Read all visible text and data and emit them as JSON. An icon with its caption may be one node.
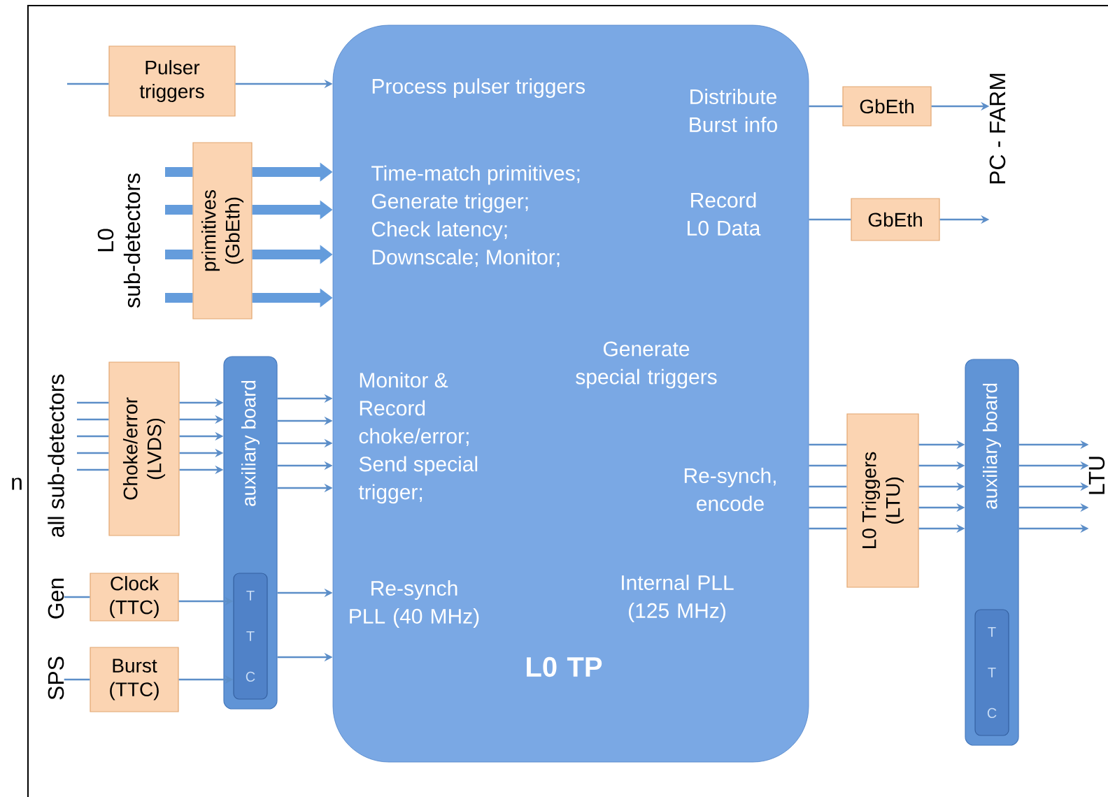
{
  "diagram": {
    "nodes": [
      {
        "text": [
          "Process pulser triggers",
          "Distribute Burst info",
          "Time-match primitives; Generate trigger; Check latency; Downscale; Monitor;",
          "Record L0 Data",
          "Generate special triggers",
          "Monitor & Record choke/error; Send special trigger;",
          "Re-synch, encode",
          "Re-synch PLL (40 MHz)",
          "Internal PLL (125 MHz)",
          "L0 TP"
        ]
      },
      {
        "text": [
          "Pulser triggers"
        ]
      },
      {
        "text": [
          "primitives (GbEth)"
        ]
      },
      {
        "text": [
          "Choke/error (LVDS)"
        ]
      },
      {
        "text": [
          "Clock (TTC)"
        ]
      },
      {
        "text": [
          "Burst (TTC)"
        ]
      },
      {
        "text": [
          "auxiliary board"
        ]
      },
      {
        "text": [
          "T T C"
        ],
        "in": 6
      },
      {
        "text": [
          "GbEth"
        ]
      },
      {
        "text": [
          "GbEth"
        ]
      },
      {
        "text": [
          "L0 Triggers (LTU)"
        ]
      },
      {
        "text": [
          "auxiliary board"
        ]
      },
      {
        "text": [
          "T T C"
        ],
        "in": 11
      },
      {
        "text": [
          "Gen"
        ]
      },
      {
        "text": [
          "SPS"
        ]
      },
      {
        "text": [
          "PC - FARM"
        ]
      },
      {
        "text": [
          "LTU"
        ]
      }
    ],
    "edges": [
      {
        "from": null,
        "to": 1,
        "arrow": "none"
      },
      {
        "from": 1,
        "to": 0,
        "arrow": "to"
      },
      {
        "from": null,
        "to": 2,
        "arrow": "none",
        "style": "thick"
      },
      {
        "from": null,
        "to": 2,
        "arrow": "none",
        "style": "thick"
      },
      {
        "from": null,
        "to": 2,
        "arrow": "none",
        "style": "thick"
      },
      {
        "from": null,
        "to": 2,
        "arrow": "none",
        "style": "thick"
      },
      {
        "from": 2,
        "to": 0,
        "arrow": "to",
        "style": "thick"
      },
      {
        "from": 2,
        "to": 0,
        "arrow": "to",
        "style": "thick"
      },
      {
        "from": 2,
        "to": 0,
        "arrow": "to",
        "style": "thick"
      },
      {
        "from": 2,
        "to": 0,
        "arrow": "to",
        "style": "thick"
      },
      {
        "from": null,
        "to": 3,
        "arrow": "none"
      },
      {
        "from": null,
        "to": 3,
        "arrow": "none"
      },
      {
        "from": null,
        "to": 3,
        "arrow": "none"
      },
      {
        "from": null,
        "to": 3,
        "arrow": "none"
      },
      {
        "from": null,
        "to": 3,
        "arrow": "none"
      },
      {
        "from": 3,
        "to": 6,
        "arrow": "to"
      },
      {
        "from": 3,
        "to": 6,
        "arrow": "to"
      },
      {
        "from": 3,
        "to": 6,
        "arrow": "to"
      },
      {
        "from": 3,
        "to": 6,
        "arrow": "to"
      },
      {
        "from": 3,
        "to": 6,
        "arrow": "to"
      },
      {
        "from": 6,
        "to": 0,
        "arrow": "to"
      },
      {
        "from": 6,
        "to": 0,
        "arrow": "to"
      },
      {
        "from": 6,
        "to": 0,
        "arrow": "to"
      },
      {
        "from": 6,
        "to": 0,
        "arrow": "to"
      },
      {
        "from": 6,
        "to": 0,
        "arrow": "to"
      },
      {
        "from": 13,
        "to": 4,
        "arrow": "none"
      },
      {
        "from": 4,
        "to": 7,
        "arrow": "to"
      },
      {
        "from": 14,
        "to": 5,
        "arrow": "none"
      },
      {
        "from": 5,
        "to": 7,
        "arrow": "to"
      },
      {
        "from": 6,
        "to": 0,
        "arrow": "to"
      },
      {
        "from": 6,
        "to": 0,
        "arrow": "to"
      },
      {
        "from": 0,
        "to": 8,
        "arrow": "none"
      },
      {
        "from": 8,
        "to": 15,
        "arrow": "to"
      },
      {
        "from": 0,
        "to": 9,
        "arrow": "none"
      },
      {
        "from": 9,
        "to": 15,
        "arrow": "to"
      },
      {
        "from": 0,
        "to": 10,
        "arrow": "none"
      },
      {
        "from": 0,
        "to": 10,
        "arrow": "none"
      },
      {
        "from": 0,
        "to": 10,
        "arrow": "none"
      },
      {
        "from": 0,
        "to": 10,
        "arrow": "none"
      },
      {
        "from": 0,
        "to": 10,
        "arrow": "none"
      },
      {
        "from": 10,
        "to": 11,
        "arrow": "to"
      },
      {
        "from": 10,
        "to": 11,
        "arrow": "to"
      },
      {
        "from": 10,
        "to": 11,
        "arrow": "to"
      },
      {
        "from": 10,
        "to": 11,
        "arrow": "to"
      },
      {
        "from": 10,
        "to": 11,
        "arrow": "to"
      },
      {
        "from": 11,
        "to": 16,
        "arrow": "to"
      },
      {
        "from": 11,
        "to": 16,
        "arrow": "to"
      },
      {
        "from": 11,
        "to": 16,
        "arrow": "to"
      },
      {
        "from": 11,
        "to": 16,
        "arrow": "to"
      },
      {
        "from": 11,
        "to": 16,
        "arrow": "to"
      }
    ],
    "labels": [
      "L0 sub-detectors",
      "all sub-detectors",
      "n"
    ]
  }
}
